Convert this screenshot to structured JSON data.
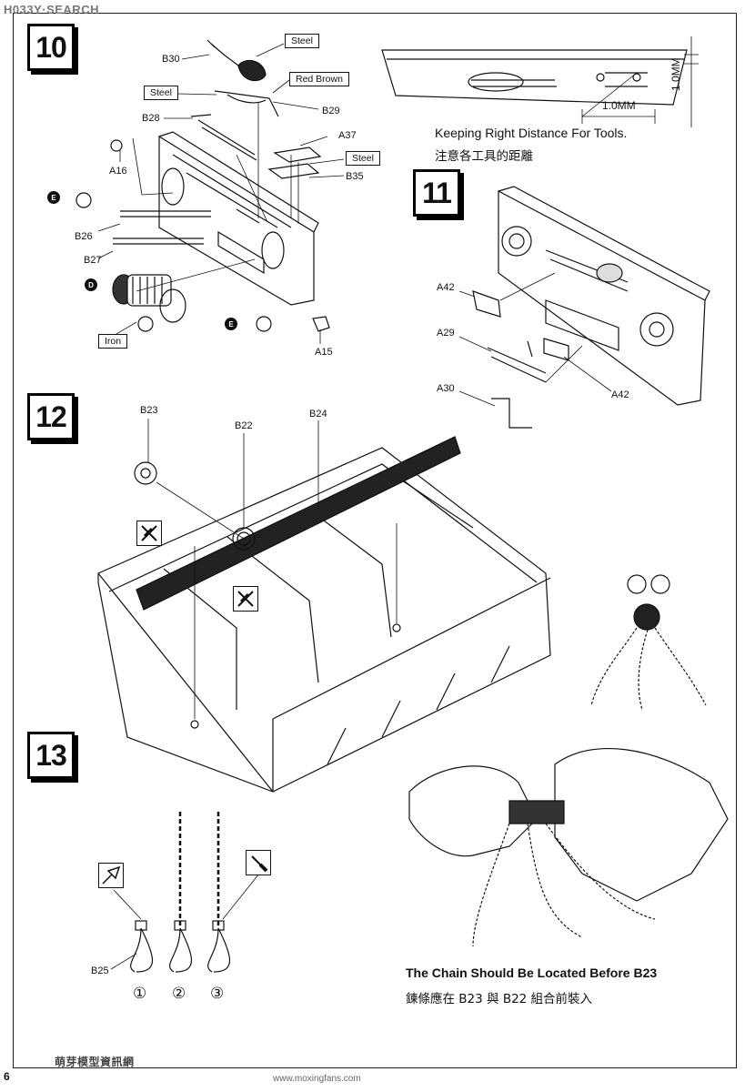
{
  "watermark_top": "H033Y·SEARCH",
  "watermark_bottom": "萌芽模型資訊網",
  "watermark_url": "www.moxingfans.com",
  "page_number": "6",
  "steps": [
    {
      "number": "10"
    },
    {
      "number": "11"
    },
    {
      "number": "12"
    },
    {
      "number": "13"
    }
  ],
  "step10": {
    "parts": {
      "b30": "B30",
      "b29": "B29",
      "b28": "B28",
      "a37": "A37",
      "b35": "B35",
      "a16": "A16",
      "b26": "B26",
      "b27": "B27",
      "a15": "A15"
    },
    "materials": {
      "steel_1": "Steel",
      "red_brown": "Red Brown",
      "steel_2": "Steel",
      "steel_3": "Steel",
      "iron": "Iron"
    },
    "markers": {
      "e1": "E",
      "d": "D",
      "e2": "E"
    }
  },
  "detail": {
    "dim_horizontal": "1.0MM",
    "dim_vertical": "1.0MM",
    "note_en": "Keeping Right Distance For Tools.",
    "note_zh": "注意各工具的距離"
  },
  "step11": {
    "parts": {
      "a42_left": "A42",
      "a29": "A29",
      "a30": "A30",
      "a42_right": "A42"
    }
  },
  "step12": {
    "parts": {
      "b23": "B23",
      "b22": "B22",
      "b24": "B24"
    }
  },
  "step13": {
    "parts": {
      "b25": "B25"
    },
    "options": [
      "①",
      "②",
      "③"
    ],
    "note_en": "The Chain Should Be Located Before B23",
    "note_zh": "鍊條應在 B23 與 B22 組合前裝入"
  },
  "icons": {
    "glue": "glue-brush-icon",
    "no_glue": "no-glue-icon",
    "cut": "cutter-icon"
  }
}
